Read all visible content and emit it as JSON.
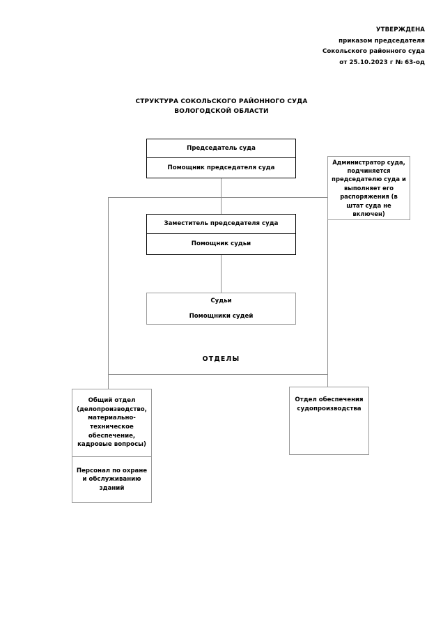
{
  "document": {
    "approval": {
      "heading": "УТВЕРЖДЕНА",
      "line2": "приказом председателя",
      "line3": "Сокольского районного суда",
      "line4": "от 25.10.2023 г № 63-од"
    },
    "title_line1": "СТРУКТУРА СОКОЛЬСКОГО РАЙОННОГО СУДА",
    "title_line2": "ВОЛОГОДСКОЙ ОБЛАСТИ"
  },
  "chart_data": {
    "type": "org-chart",
    "title": "СТРУКТУРА СОКОЛЬСКОГО РАЙОННОГО СУДА ВОЛОГОДСКОЙ ОБЛАСТИ",
    "sections_label": "ОТДЕЛЫ",
    "nodes": [
      {
        "id": "chairman",
        "rows": [
          "Председатель суда",
          "Помощник председателя суда"
        ],
        "border": "thick",
        "level": 1
      },
      {
        "id": "administrator",
        "rows": [
          "Администратор суда, подчиняется председателю суда и выполняет его распоряжения (в штат суда не включен)"
        ],
        "border": "thin",
        "level": 1
      },
      {
        "id": "deputy",
        "rows": [
          "Заместитель председателя суда",
          "Помощник судьи"
        ],
        "border": "thick",
        "level": 2
      },
      {
        "id": "judges",
        "rows": [
          "Судьи",
          "Помощники судей"
        ],
        "border": "thin",
        "level": 3
      },
      {
        "id": "general-department",
        "rows": [
          "Общий отдел (делопроизводство, материально-технические обеспечение, кадровые вопросы)",
          "Персонал по охране и обслуживанию зданий"
        ],
        "border": "thin",
        "level": 4
      },
      {
        "id": "proceedings-department",
        "rows": [
          "Отдел обеспечения судопроизводства"
        ],
        "border": "thin",
        "level": 4
      }
    ],
    "edges": [
      {
        "from": "chairman",
        "to": "administrator"
      },
      {
        "from": "chairman",
        "to": "deputy"
      },
      {
        "from": "deputy",
        "to": "judges"
      },
      {
        "from": "chairman",
        "to": "general-department"
      },
      {
        "from": "administrator",
        "to": "proceedings-department"
      }
    ]
  },
  "boxes": {
    "chairman": {
      "row1": "Председатель суда",
      "row2": "Помощник председателя суда"
    },
    "administrator": {
      "text": "Администратор суда, подчиняется председателю суда и выполняет его распоряжения (в штат суда не включен)"
    },
    "deputy": {
      "row1": "Заместитель председателя суда",
      "row2": "Помощник судьи"
    },
    "judges": {
      "row1": "Судьи",
      "row2": "Помощники судей"
    },
    "departments_label": "ОТДЕЛЫ",
    "general_department": {
      "row1": "Общий отдел (делопроизводство, материально-техническое обеспечение, кадровые вопросы)",
      "row2": "Персонал по охране и обслуживанию зданий"
    },
    "proceedings_department": {
      "text": "Отдел обеспечения судопроизводства"
    }
  },
  "colors": {
    "line": "#8d8d8d",
    "border_thick": "#000000",
    "border_thin": "#9a9a9a",
    "text": "#000000",
    "background": "#ffffff"
  }
}
